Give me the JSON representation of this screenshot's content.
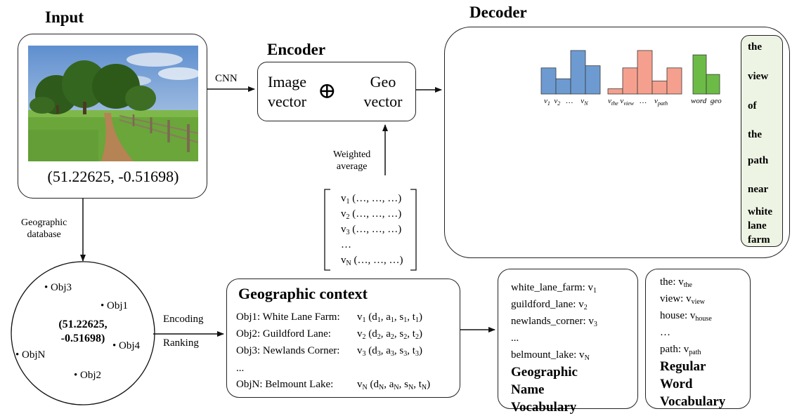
{
  "input": {
    "title": "Input",
    "coords": "(51.22625, -0.51698)"
  },
  "encoder": {
    "title": "Encoder",
    "cnn_label": "CNN",
    "image_vector_line1": "Image",
    "image_vector_line2": "vector",
    "oplus": "⊕",
    "geo_vector_line1": "Geo",
    "geo_vector_line2": "vector",
    "weighted_line1": "Weighted",
    "weighted_line2": "average"
  },
  "weight_matrix": {
    "rows": [
      {
        "v": "v",
        "sub": "1",
        "rest": " (…, …, …)"
      },
      {
        "v": "v",
        "sub": "2",
        "rest": " (…, …, …)"
      },
      {
        "v": "v",
        "sub": "3",
        "rest": " (…, …, …)"
      },
      {
        "v": "…",
        "sub": "",
        "rest": ""
      },
      {
        "v": "v",
        "sub": "N",
        "rest": " (…, …, …)"
      }
    ]
  },
  "decoder": {
    "title": "Decoder",
    "words": [
      "the",
      "view",
      "of",
      "the",
      "path",
      "near",
      "white lane farm"
    ],
    "hist_groups": [
      {
        "color": "#6d9bd1",
        "labels": [
          "v1",
          "v2",
          "…",
          "vN"
        ],
        "values": [
          0.6,
          0.35,
          1.0,
          0.65
        ]
      },
      {
        "color": "#f5a08e",
        "labels": [
          "vthe",
          "vview",
          "…",
          "vpath"
        ],
        "values": [
          0.12,
          0.6,
          1.0,
          0.3,
          0.6
        ]
      },
      {
        "color": "#6cbb46",
        "labels": [
          "word",
          "geo"
        ],
        "values": [
          0.9,
          0.45
        ]
      }
    ],
    "hist_label_text": {
      "g1": [
        "v",
        "1",
        "v",
        "2",
        "…",
        "v",
        "N"
      ],
      "g2": [
        "v",
        "the",
        "v",
        "view",
        "…",
        "v",
        "path"
      ],
      "g3": [
        "word",
        "geo"
      ]
    }
  },
  "geo_db": {
    "label_line1": "Geographic",
    "label_line2": "database",
    "center_line1": "(51.22625,",
    "center_line2": "-0.51698)",
    "objects": [
      "Obj3",
      "Obj1",
      "Obj4",
      "ObjN",
      "Obj2"
    ]
  },
  "encoding_label": "Encoding",
  "ranking_label": "Ranking",
  "geo_context": {
    "title": "Geographic context",
    "rows": [
      {
        "name": "Obj1: White Lane Farm:",
        "v": "v",
        "vs": "1",
        "d": "1",
        "a": "1",
        "s": "1",
        "t": "1"
      },
      {
        "name": "Obj2: Guildford Lane:",
        "v": "v",
        "vs": "2",
        "d": "2",
        "a": "2",
        "s": "2",
        "t": "2"
      },
      {
        "name": "Obj3: Newlands Corner:",
        "v": "v",
        "vs": "3",
        "d": "3",
        "a": "3",
        "s": "3",
        "t": "3"
      },
      {
        "name": "...",
        "v": "",
        "vs": "",
        "d": "",
        "a": "",
        "s": "",
        "t": ""
      },
      {
        "name": "ObjN: Belmount Lake:",
        "v": "v",
        "vs": "N",
        "d": "N",
        "a": "N",
        "s": "N",
        "t": "N"
      }
    ]
  },
  "geo_vocab": {
    "items": [
      {
        "text": "white_lane_farm: v",
        "sub": "1"
      },
      {
        "text": "guildford_lane: v",
        "sub": "2"
      },
      {
        "text": "newlands_corner: v",
        "sub": "3"
      },
      {
        "text": "...",
        "sub": ""
      },
      {
        "text": "belmount_lake: v",
        "sub": "N"
      }
    ],
    "title_lines": [
      "Geographic",
      "Name",
      "Vocabulary"
    ]
  },
  "word_vocab": {
    "items": [
      {
        "text": "the: v",
        "sub": "the"
      },
      {
        "text": "view: v",
        "sub": "view"
      },
      {
        "text": "house: v",
        "sub": "house"
      },
      {
        "text": "…",
        "sub": ""
      },
      {
        "text": "path: v",
        "sub": "path"
      }
    ],
    "title_lines": [
      "Regular",
      "Word",
      "Vocabulary"
    ]
  }
}
